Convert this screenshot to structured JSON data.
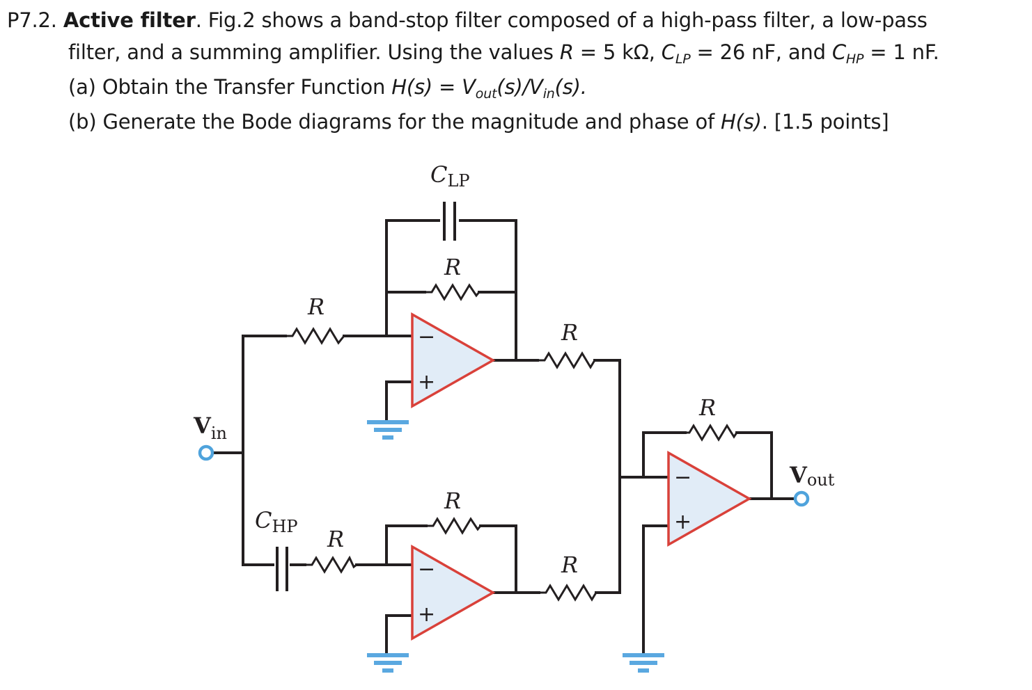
{
  "problem": {
    "number": "P7.2.",
    "title": "Active filter",
    "line1_rest": ". Fig.2 shows a band-stop filter composed of a high-pass filter, a low-pass",
    "line2_a": "filter, and a summing amplifier. Using the values ",
    "line2_r": "R",
    "line2_b": " = 5 kΩ, ",
    "line2_c1": "C",
    "line2_c1_sub": "LP",
    "line2_c": " = 26 nF, and ",
    "line2_c2": "C",
    "line2_c2_sub": "HP",
    "line2_d": " = 1 nF.",
    "line3_a": "(a) Obtain the Transfer Function ",
    "line3_h": "H(s)",
    "line3_b": " = ",
    "line3_v1": "V",
    "line3_v1_sub": "out",
    "line3_c": "(s)/",
    "line3_v2": "V",
    "line3_v2_sub": "in",
    "line3_d": "(s).",
    "line4_a": "(b) Generate the Bode diagrams for the magnitude and phase of ",
    "line4_h": "H(s)",
    "line4_b": ". [1.5 points]"
  },
  "circuit": {
    "labels": {
      "c_lp_main": "C",
      "c_lp_sub": "LP",
      "c_hp_main": "C",
      "c_hp_sub": "HP",
      "r": "R",
      "vin_main": "V",
      "vin_sub": "in",
      "vout_main": "V",
      "vout_sub": "out",
      "minus": "−",
      "plus": "+"
    },
    "colors": {
      "wire": "#231f20",
      "opamp_fill": "#e1ecf7",
      "opamp_stroke": "#d9413a",
      "ground": "#5aa8e0",
      "terminal": "#4fa3dc"
    }
  }
}
